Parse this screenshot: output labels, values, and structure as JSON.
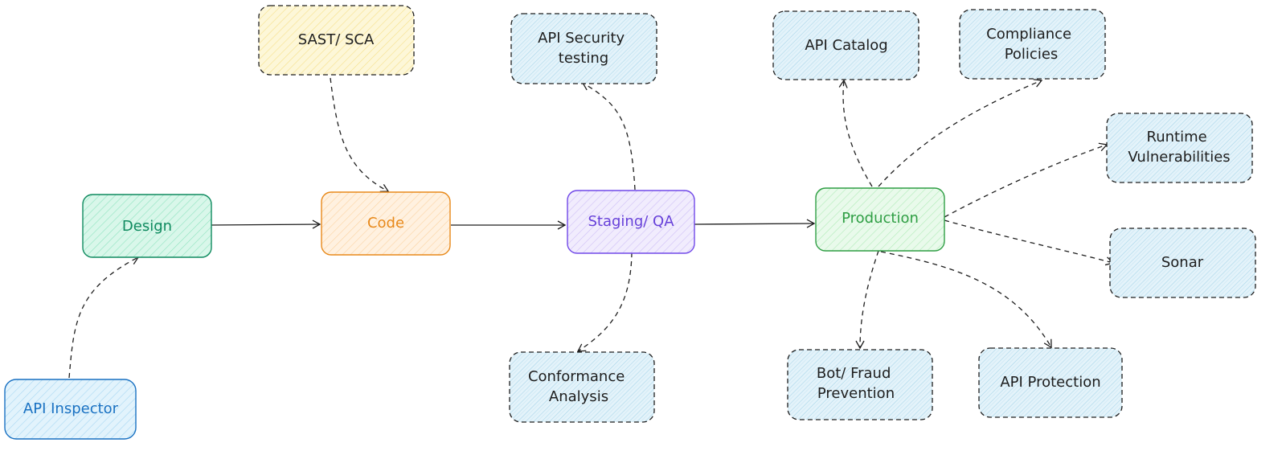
{
  "colors": {
    "design": {
      "stroke": "#0f8a5f",
      "fill": "#b8f0d8",
      "text": "#0f8a5f"
    },
    "code": {
      "stroke": "#e8891a",
      "fill": "#fde3c2",
      "text": "#e8891a"
    },
    "staging": {
      "stroke": "#7048e8",
      "fill": "#e2d9fb",
      "text": "#6741d9"
    },
    "production": {
      "stroke": "#2f9e44",
      "fill": "#d3f3d6",
      "text": "#2f9e44"
    },
    "inspector": {
      "stroke": "#1971c2",
      "fill": "#c5e6f8",
      "text": "#1971c2"
    },
    "sast": {
      "stroke": "#1e1e1e",
      "fill": "#fbeeb0",
      "text": "#1e1e1e"
    },
    "tool": {
      "stroke": "#1e1e1e",
      "fill": "#c9e7f4",
      "text": "#1e1e1e"
    },
    "arrow": "#1e1e1e"
  },
  "nodes": {
    "design": {
      "label": [
        "Design"
      ]
    },
    "code": {
      "label": [
        "Code"
      ]
    },
    "staging": {
      "label": [
        "Staging/ QA"
      ]
    },
    "production": {
      "label": [
        "Production"
      ]
    },
    "inspector": {
      "label": [
        "API Inspector"
      ]
    },
    "sast": {
      "label": [
        "SAST/ SCA"
      ]
    },
    "sectest": {
      "label": [
        "API Security",
        "testing"
      ]
    },
    "conformance": {
      "label": [
        "Conformance",
        "Analysis"
      ]
    },
    "catalog": {
      "label": [
        "API Catalog"
      ]
    },
    "compliance": {
      "label": [
        "Compliance",
        "Policies"
      ]
    },
    "runtime": {
      "label": [
        "Runtime",
        "Vulnerabilities"
      ]
    },
    "sonar": {
      "label": [
        "Sonar"
      ]
    },
    "bot": {
      "label": [
        "Bot/ Fraud",
        "Prevention"
      ]
    },
    "protection": {
      "label": [
        "API Protection"
      ]
    }
  }
}
